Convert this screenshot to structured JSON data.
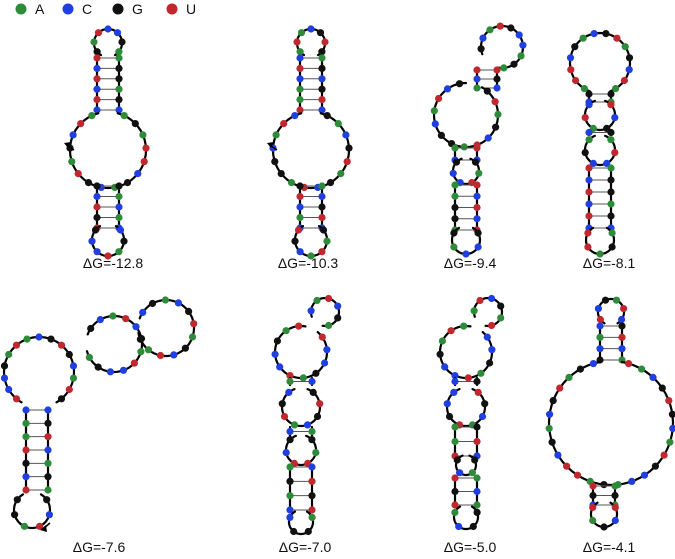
{
  "legend": [
    {
      "label": "A",
      "color": "#2e8b3a"
    },
    {
      "label": "C",
      "color": "#1f3fe0"
    },
    {
      "label": "G",
      "color": "#111111"
    },
    {
      "label": "U",
      "color": "#c0282e"
    }
  ],
  "structures": [
    {
      "label": "ΔG=-12.8"
    },
    {
      "label": "ΔG=-10.3"
    },
    {
      "label": "ΔG=-9.4"
    },
    {
      "label": "ΔG=-8.1"
    },
    {
      "label": "ΔG=-7.6"
    },
    {
      "label": "ΔG=-7.0"
    },
    {
      "label": "ΔG=-5.0"
    },
    {
      "label": "ΔG=-4.1"
    }
  ]
}
